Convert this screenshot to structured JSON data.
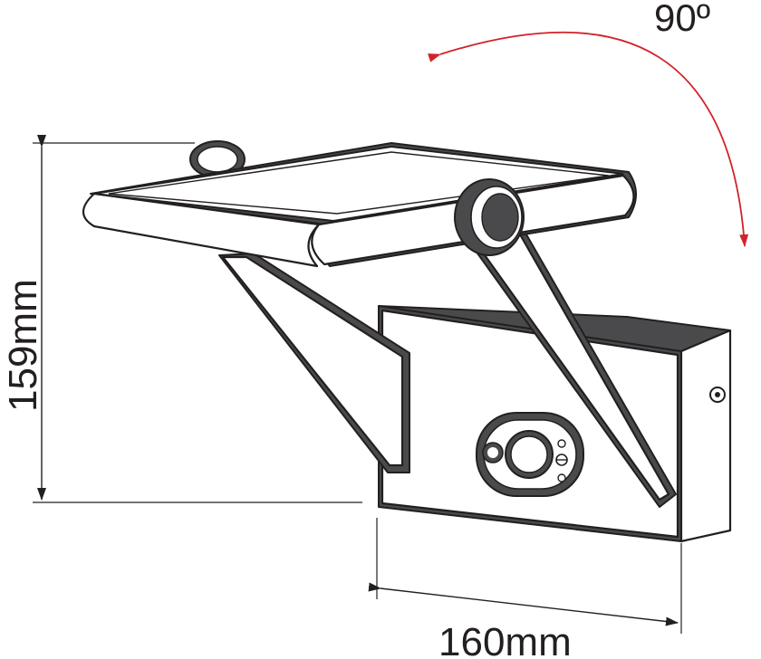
{
  "labels": {
    "height": "159mm",
    "width": "160mm",
    "rotation": "90º"
  },
  "colors": {
    "line": "#231f20",
    "body_fill": "#4a4a4c",
    "rotation_arrow": "#d2232a",
    "background": "#ffffff"
  }
}
